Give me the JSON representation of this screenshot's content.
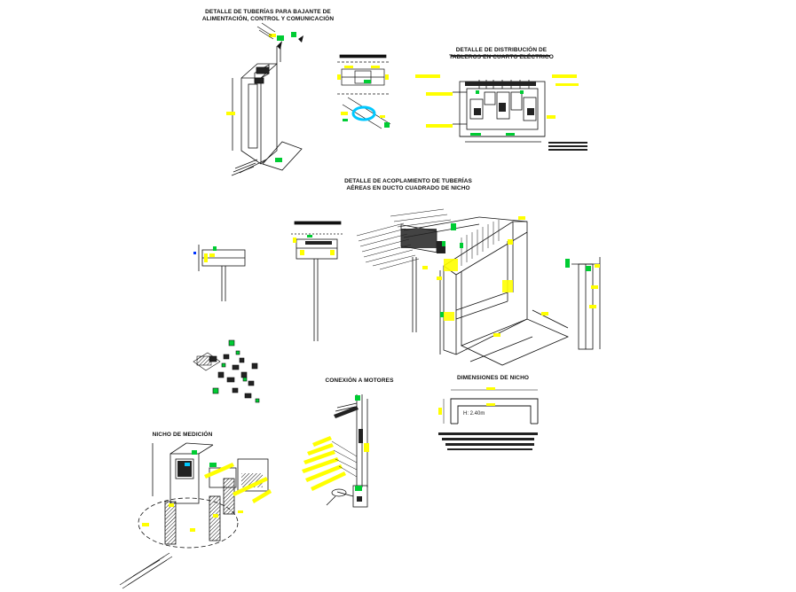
{
  "titles": {
    "bajante_line1": "DETALLE DE TUBERÍAS PARA BAJANTE DE",
    "bajante_line2": "ALIMENTACIÓN, CONTROL Y COMUNICACIÓN",
    "distribucion_line1": "DETALLE DE DISTRIBUCIÓN DE",
    "distribucion_line2": "TABLEROS EN CUARTO ELÉCTRICO",
    "acoplamiento_line1": "DETALLE DE ACOPLAMIENTO DE TUBERÍAS",
    "acoplamiento_line2": "AÉREAS EN DUCTO CUADRADO DE NICHO",
    "conexion": "CONEXIÓN A MOTORES",
    "dimensiones": "DIMENSIONES DE NICHO",
    "nicho_medicion": "NICHO DE MEDICIÓN"
  },
  "dimension_label": "H: 2.40m",
  "colors": {
    "annotation": "#ffff00",
    "accent": "#00cc33",
    "cyan": "#00c8ff",
    "line": "#111111",
    "background": "#ffffff"
  }
}
